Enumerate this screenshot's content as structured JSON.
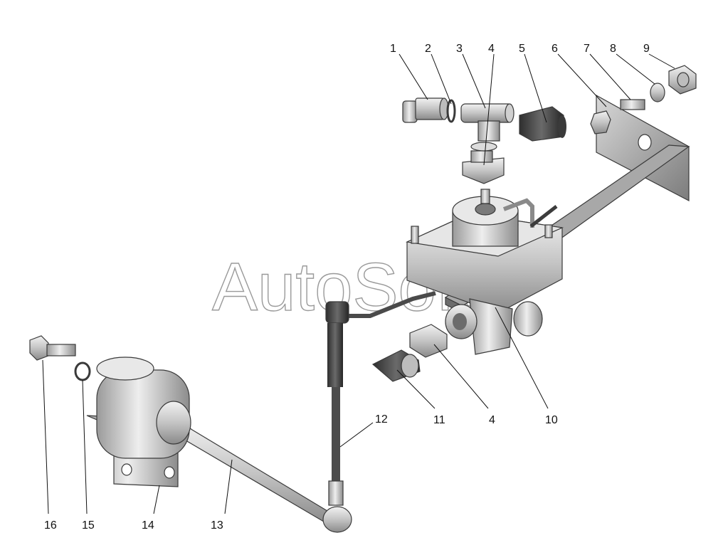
{
  "watermark": "AutoSoft",
  "callouts": {
    "c1": "1",
    "c2": "2",
    "c3": "3",
    "c4a": "4",
    "c5": "5",
    "c6": "6",
    "c7": "7",
    "c8": "8",
    "c9": "9",
    "c10": "10",
    "c11": "11",
    "c4b": "4",
    "c12": "12",
    "c13": "13",
    "c14": "14",
    "c15": "15",
    "c16": "16"
  }
}
